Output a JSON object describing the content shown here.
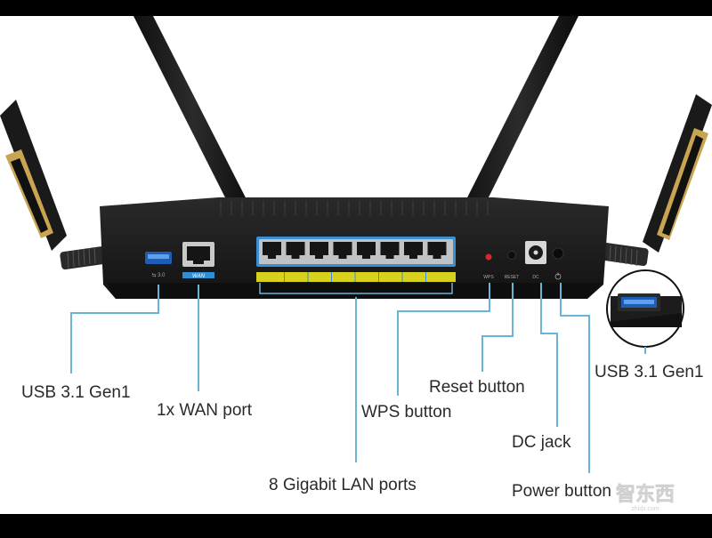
{
  "callouts": {
    "usb_left": "USB 3.1 Gen1",
    "wan": "1x WAN port",
    "lan": "8 Gigabit LAN ports",
    "wps": "WPS button",
    "reset": "Reset button",
    "dc": "DC jack",
    "power": "Power button",
    "usb_right": "USB 3.1 Gen1"
  },
  "panel_labels": {
    "usb": "⇆ 3.0",
    "wan": "WAN",
    "wps": "WPS",
    "reset": "RESET",
    "dc": "DC"
  },
  "watermark": {
    "logo_text": "智东西",
    "url": "zhidx.com"
  },
  "colors": {
    "leader_line": "#6ab4d8",
    "lan_strip": "#d8d21e",
    "port_frame": "#3b8fd0",
    "wan_tag": "#2e8fd6",
    "router_body": "#1b1b1c",
    "antenna_gold": "#c9a451"
  },
  "lan_port_count": 8
}
